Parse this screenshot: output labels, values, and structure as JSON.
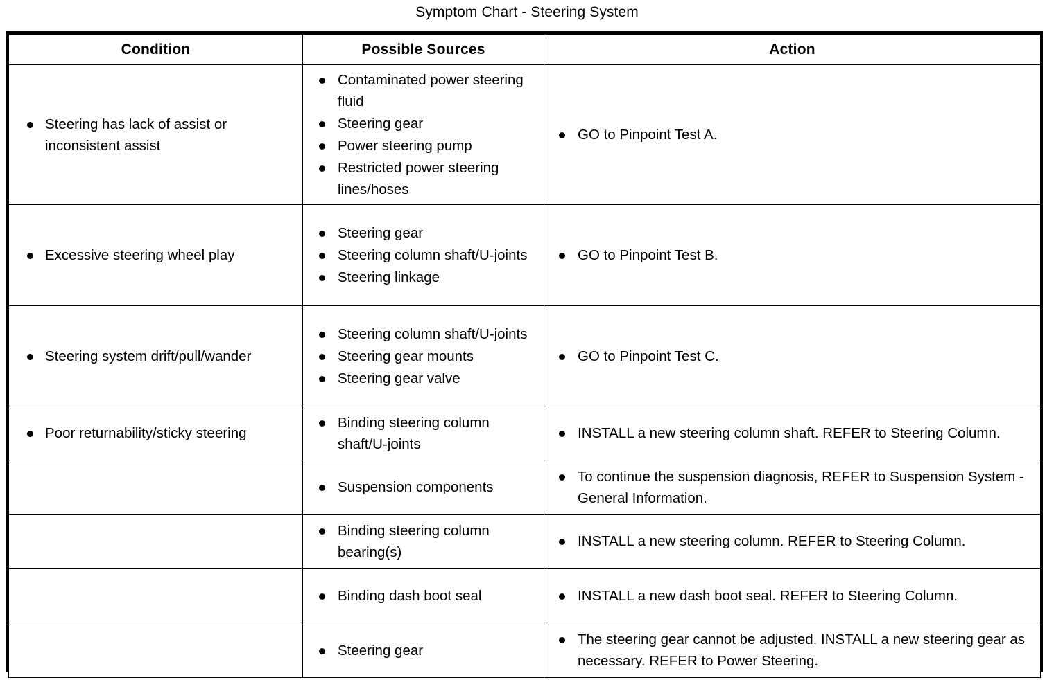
{
  "title": "Symptom Chart - Steering System",
  "table": {
    "headers": [
      "Condition",
      "Possible Sources",
      "Action"
    ],
    "rows": [
      {
        "condition": [
          "Steering has lack of assist or inconsistent assist"
        ],
        "sources": [
          "Contaminated power steering fluid",
          "Steering gear",
          "Power steering pump",
          "Restricted power steering lines/hoses"
        ],
        "actions": [
          "GO to Pinpoint Test A."
        ]
      },
      {
        "condition": [
          "Excessive steering wheel play"
        ],
        "sources": [
          "Steering gear",
          "Steering column shaft/U-joints",
          "Steering linkage"
        ],
        "actions": [
          "GO to Pinpoint Test B."
        ]
      },
      {
        "condition": [
          "Steering system drift/pull/wander"
        ],
        "sources": [
          "Steering column shaft/U-joints",
          "Steering gear mounts",
          "Steering gear valve"
        ],
        "actions": [
          "GO to Pinpoint Test C."
        ]
      },
      {
        "condition": [
          "Poor returnability/sticky steering"
        ],
        "sources": [
          "Binding steering column shaft/U-joints"
        ],
        "actions": [
          "INSTALL a new steering column shaft. REFER to Steering Column."
        ]
      },
      {
        "condition": [],
        "sources": [
          "Suspension components"
        ],
        "actions": [
          "To continue the suspension diagnosis, REFER to Suspension System - General Information."
        ]
      },
      {
        "condition": [],
        "sources": [
          "Binding steering column bearing(s)"
        ],
        "actions": [
          "INSTALL a new steering column. REFER to Steering Column."
        ]
      },
      {
        "condition": [],
        "sources": [
          "Binding dash boot seal"
        ],
        "actions": [
          "INSTALL a new dash boot seal. REFER to Steering Column."
        ]
      },
      {
        "condition": [],
        "sources": [
          "Steering gear"
        ],
        "actions": [
          "The steering gear cannot be adjusted. INSTALL a new steering gear as necessary. REFER to Power Steering."
        ]
      }
    ]
  },
  "colors": {
    "border": "#000000",
    "text": "#000000",
    "background": "#ffffff"
  }
}
